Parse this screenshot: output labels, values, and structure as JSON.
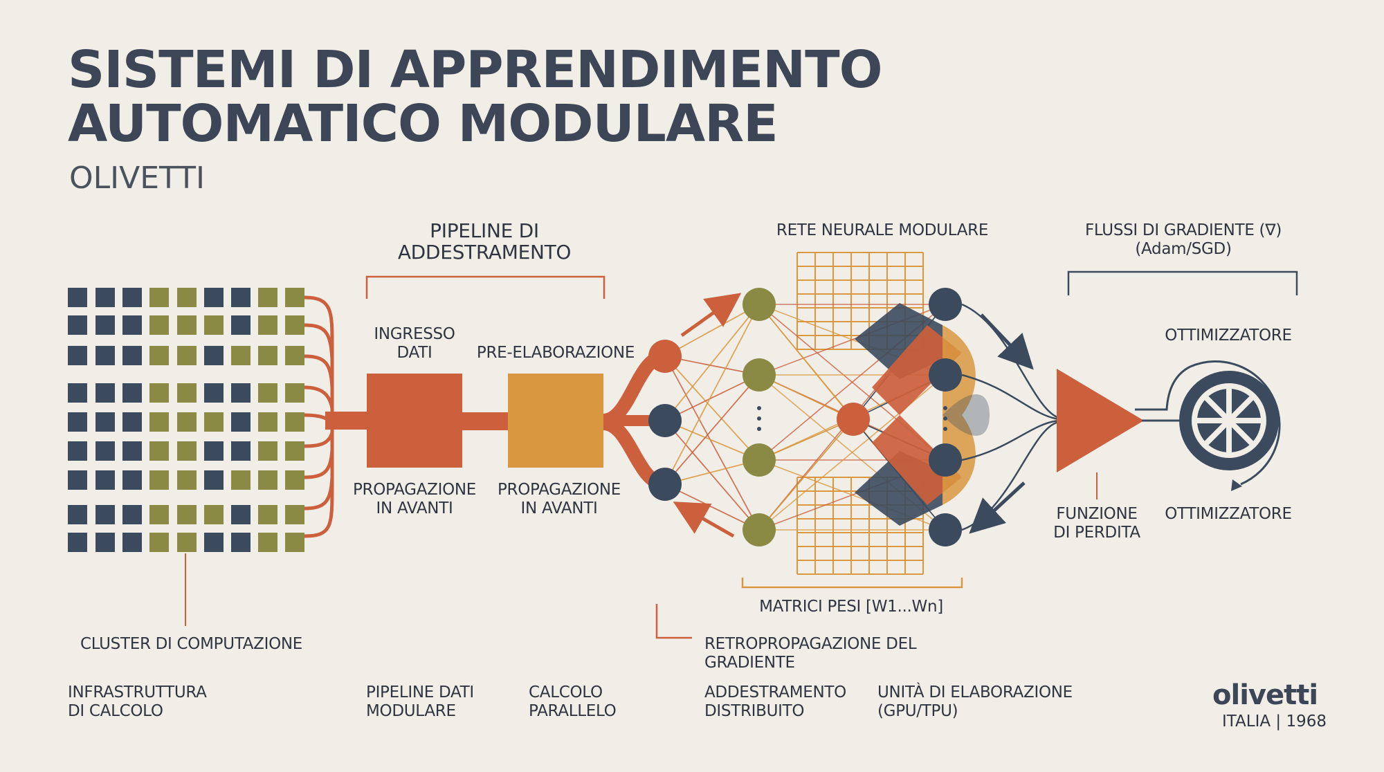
{
  "header": {
    "title_line1": "SISTEMI DI APPRENDIMENTO",
    "title_line2": "AUTOMATICO MODULARE",
    "subtitle": "OLIVETTI"
  },
  "labels": {
    "pipeline_title": "PIPELINE DI\nADDESTRAMENTO",
    "ingresso_dati": "INGRESSO\nDATI",
    "pre_elaborazione": "PRE-ELABORAZIONE",
    "propagazione_1": "PROPAGAZIONE\nIN AVANTI",
    "propagazione_2": "PROPAGAZIONE\nIN AVANTI",
    "rete_neurale": "RETE NEURALE MODULARE",
    "flussi_gradiente": "FLUSSI DI GRADIENTE (∇)\n(Adam/SGD)",
    "ottimizzatore_top": "OTTIMIZZATORE",
    "ottimizzatore_bottom": "OTTIMIZZATORE",
    "funzione_perdita": "FUNZIONE\nDI PERDITA",
    "matrici_pesi": "MATRICI PESI [W1...Wn]",
    "cluster": "CLUSTER DI COMPUTAZIONE",
    "retropropagazione": "RETROPROPAGAZIONE DEL GRADIENTE"
  },
  "footer": {
    "items": [
      "INFRASTRUTTURA\nDI CALCOLO",
      "PIPELINE DATI\nMODULARE",
      "CALCOLO\nPARALLELO",
      "ADDESTRAMENTO\nDISTRIBUITO",
      "UNITÀ DI ELABORAZIONE\n(GPU/TPU)"
    ],
    "brand": "olivetti",
    "brand_sub": "ITALIA | 1968"
  },
  "colors": {
    "navy": "#3c4a5e",
    "olive": "#8a8a44",
    "rust": "#cc5f3c",
    "amber": "#d9983f",
    "background": "#f1eee8"
  }
}
